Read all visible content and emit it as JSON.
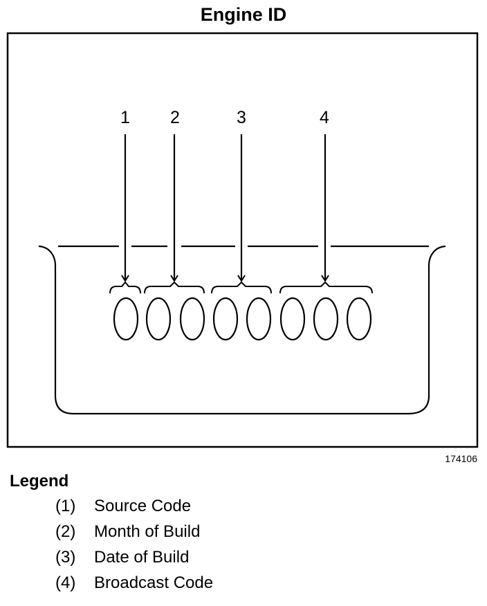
{
  "diagram": {
    "title": "Engine ID",
    "figure_id": "174106",
    "callouts": [
      "1",
      "2",
      "3",
      "4"
    ]
  },
  "legend": {
    "heading": "Legend",
    "items": [
      {
        "number": "(1)",
        "label": "Source Code"
      },
      {
        "number": "(2)",
        "label": "Month of Build"
      },
      {
        "number": "(3)",
        "label": "Date of Build"
      },
      {
        "number": "(4)",
        "label": "Broadcast Code"
      }
    ]
  },
  "colors": {
    "stroke": "#000000",
    "background": "#ffffff"
  }
}
